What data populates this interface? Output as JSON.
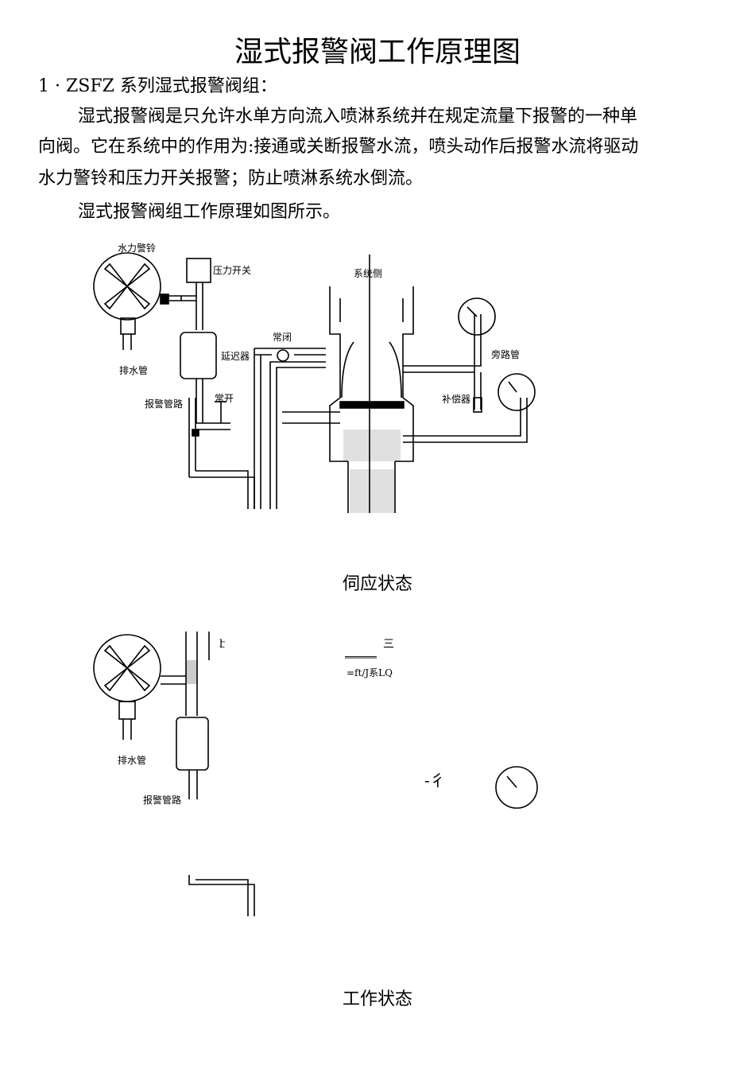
{
  "title": "湿式报警阀工作原理图",
  "heading": "1 · ZSFZ 系列湿式报警阀组：",
  "paragraph_lines": [
    "湿式报警阀是只允许水单方向流入喷淋系统并在规定流量下报警的一种单",
    "向阀。它在系统中的作用为:接通或关断报警水流，喷头动作后报警水流将驱动",
    "水力警铃和压力开关报警；防止喷淋系统水倒流。"
  ],
  "intro_line": "湿式报警阀组工作原理如图所示。",
  "diagram1_labels": {
    "bell": "水力警铃",
    "pressure_switch": "压力开关",
    "system_side": "系统侧",
    "normally_closed": "常闭",
    "retarder": "延迟器",
    "drain": "排水管",
    "normally_open": "常开",
    "alarm_pipe": "报警管路",
    "bypass": "旁路管",
    "compensator": "补偿器"
  },
  "caption1": "伺应状态",
  "diagram2_labels": {
    "fragment_k": "է",
    "fragment_top": "三",
    "fragment_dashes": "══════",
    "fragment_system": "=ft/J系LQ",
    "drain": "排水管",
    "alarm_pipe": "报警管路",
    "fragment_mid": "-彳"
  },
  "caption2": "工作状态"
}
